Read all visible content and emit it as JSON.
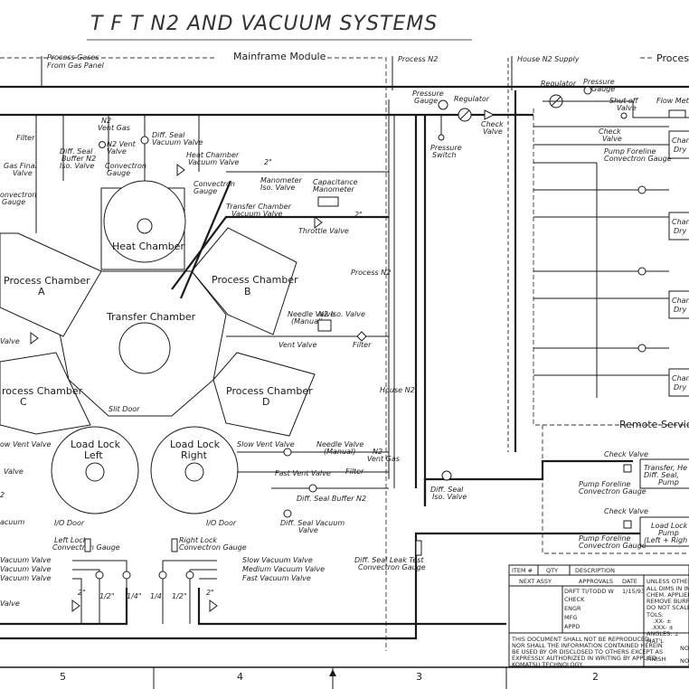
{
  "title": "T F T   N2 AND VACUUM SYSTEMS",
  "modules": {
    "mainframe": "Mainframe Module",
    "process": "Process",
    "remote": "Remote Service"
  },
  "chambers": {
    "heat": "Heat Chamber",
    "transfer": "Transfer Chamber",
    "pa": "Process Chamber",
    "pa_sub": "A",
    "pb": "Process Chamber",
    "pb_sub": "B",
    "pc": "rocess Chamber",
    "pc_sub": "C",
    "pd": "Process Chamber",
    "pd_sub": "D",
    "lll": "Load Lock",
    "lll_sub": "Left",
    "llr": "Load Lock",
    "llr_sub": "Right"
  },
  "labels": {
    "process_gases_1": "Process Gases",
    "process_gases_2": "From Gas Panel",
    "process_n2_top": "Process N2",
    "house_n2_supply": "House N2 Supply",
    "n2_vent_gas_1": "N2",
    "n2_vent_gas_2": "Vent Gas",
    "diff_seal_vac_1": "Diff. Seal",
    "diff_seal_vac_2": "Vacuum Valve",
    "filter_tl": "Filter",
    "diff_seal_buffer_1": "Diff. Seal",
    "diff_seal_buffer_2": "Buffer N2",
    "diff_seal_buffer_3": "Iso. Valve",
    "n2_vent_valve_1": "N2 Vent",
    "n2_vent_valve_2": "Valve",
    "convectron_gauge_1": "Convectron",
    "convectron_gauge_2": "Gauge",
    "gas_final_1": "Gas Final",
    "gas_final_2": "Valve",
    "convectron_left_1": "onvectron",
    "convectron_left_2": "Gauge",
    "heat_chamber_vac_1": "Heat Chamber",
    "heat_chamber_vac_2": "Vacuum Valve",
    "two_inch_a": "2\"",
    "convectron_hc_1": "Convectron",
    "convectron_hc_2": "Gauge",
    "manometer_iso_1": "Manometer",
    "manometer_iso_2": "Iso. Valve",
    "capacitance_1": "Capacitance",
    "capacitance_2": "Manometer",
    "transfer_vac_1": "Transfer Chamber",
    "transfer_vac_2": "Vacuum Valve",
    "two_inch_b": "2\"",
    "throttle_valve": "Throttle Valve",
    "pressure_gauge_1": "Pressure",
    "pressure_gauge_2": "Gauge",
    "regulator_mid": "Regulator",
    "check_valve_mid_1": "Check",
    "check_valve_mid_2": "Valve",
    "pressure_switch_1": "Pressure",
    "pressure_switch_2": "Switch",
    "regulator_right": "Regulator",
    "pressure_gauge_r_1": "Pressure",
    "pressure_gauge_r_2": "Gauge",
    "shutoff_1": "Shut off",
    "shutoff_2": "Valve",
    "flow_meter": "Flow Mete",
    "check_valve_r_1": "Check",
    "check_valve_r_2": "Valve",
    "pump_foreline_1": "Pump Foreline",
    "pump_foreline_2": "Convectron Gauge",
    "cham_dry_a_1": "Cham",
    "cham_dry_a_2": "Dry",
    "cham_dry_b_1": "Cham",
    "cham_dry_b_2": "Dry",
    "cham_dry_c_1": "Cham",
    "cham_dry_c_2": "Dry",
    "cham_dry_d_1": "Cham",
    "cham_dry_d_2": "Dry",
    "process_n2_mid": "Process N2",
    "house_n2_mid": "House N2",
    "needle_valve_manual_1": "Needle Valve",
    "needle_valve_manual_2": "(Manual)",
    "n2_iso_valve": "N2 Iso. Valve",
    "vent_valve": "Vent Valve",
    "filter_mid": "Filter",
    "slit_door": "Slit Door",
    "valve_left_edge": "Valve",
    "slow_vent_left": "ow Vent Valve",
    "valve_left_2": "Valve",
    "slow_vent_right": "Slow Vent Valve",
    "needle_valve_2_1": "Needle Valve",
    "needle_valve_2_2": "(Manual)",
    "n2_vent_gas_b_1": "N2",
    "n2_vent_gas_b_2": "Vent Gas",
    "fast_vent_valve": "Fast Vent Valve",
    "filter_low": "Filter",
    "diff_seal_buffer_low": "Diff. Seal Buffer N2",
    "diff_seal_iso_1": "Diff. Seal",
    "diff_seal_iso_2": "Iso. Valve",
    "check_valve_rs": "Check Valve",
    "transfer_pump_1": "Transfer, He",
    "transfer_pump_2": "Diff. Seal,",
    "transfer_pump_3": "Pump",
    "pump_foreline_rs_1": "Pump Foreline",
    "pump_foreline_rs_2": "Convectron Gauge",
    "check_valve_rs2": "Check Valve",
    "load_lock_pump_1": "Load Lock",
    "load_lock_pump_2": "Pump",
    "load_lock_pump_3": "(Left + Righ",
    "pump_foreline_rs2_1": "Pump Foreline",
    "pump_foreline_rs2_2": "Convectron Gauge",
    "io_door_left": "I/O Door",
    "io_door_right": "I/O Door",
    "diff_seal_vac_low_1": "Diff. Seal Vacuum",
    "diff_seal_vac_low_2": "Valve",
    "acuum": "acuum",
    "left_lock_1": "Left Lock",
    "left_lock_2": "Convectron Gauge",
    "right_lock_1": "Right Lock",
    "right_lock_2": "Convectron Gauge",
    "vacuum_valve_l1": "Vacuum Valve",
    "vacuum_valve_l2": "Vacuum Valve",
    "vacuum_valve_l3": "Vacuum Valve",
    "slow_vacuum_r": "Slow Vacuum Valve",
    "medium_vacuum_r": "Medium Vacuum Valve",
    "fast_vacuum_r": "Fast Vacuum Valve",
    "diff_leak_1": "Diff. Seal Leak Test",
    "diff_leak_2": "Convectron Gauge",
    "sz_2a": "2\"",
    "sz_half_a": "1/2\"",
    "sz_quarter_a": "1/4\"",
    "sz_quarter_b": "1/4",
    "sz_half_b": "1/2\"",
    "sz_2b": "2\"",
    "valve_far_left": "Valve",
    "edge_2": "2"
  },
  "title_block": {
    "item": "ITEM #",
    "qty": "QTY",
    "description": "DESCRIPTION",
    "next_assy": "NEXT ASSY",
    "approvals": "APPROVALS",
    "date": "DATE",
    "drawn": "DRFT TI/TODD W",
    "drawn_date": "1/15/93",
    "check": "CHECK",
    "engr": "ENGR",
    "mfg": "MFG",
    "appd": "APPD",
    "unless": "UNLESS OTHER",
    "note1": "ALL DIMS IN INC",
    "note2": "CHEM. APPLIED/Y",
    "note3": "REMOVE BURRS A",
    "note4": "DO NOT SCALE",
    "tols": "TOLS:",
    "tol1": ".XX- ±",
    "tol2": ".XXX- ±",
    "tol3": "ANGLES: ±",
    "matl": "MAT'L",
    "finish": "FINISH",
    "no1": "NO",
    "no2": "NO",
    "notice1": "THIS DOCUMENT SHALL NOT BE REPRODUCED,",
    "notice2": "NOR SHALL THE INFORMATION CONTAINED HEREIN",
    "notice3": "BE USED BY OR DISCLOSED TO OTHERS EXCEPT AS",
    "notice4": "EXPRESSLY AUTHORIZED IN WRITING BY APPLIED",
    "notice5": "KOMATSU TECHNOLOGY."
  },
  "zones": [
    "5",
    "4",
    "3",
    "2"
  ]
}
